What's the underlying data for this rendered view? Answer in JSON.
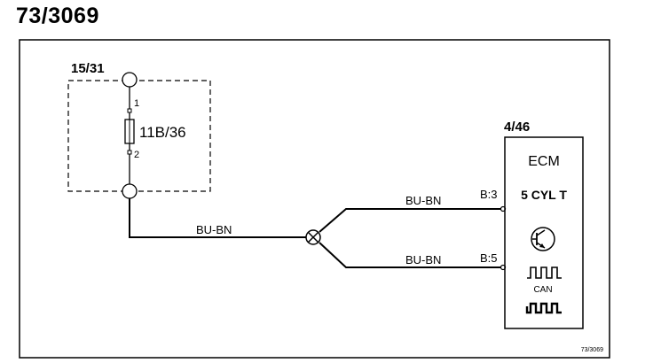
{
  "title": "73/3069",
  "fuse_box": {
    "ref": "15/31",
    "fuse": "11B/36",
    "pin_top": "1",
    "pin_bottom": "2"
  },
  "wires": {
    "main": "BU-BN",
    "upper": "BU-BN",
    "lower": "BU-BN"
  },
  "ecm": {
    "ref": "4/46",
    "name": "ECM",
    "variant": "5 CYL T",
    "pin_upper": "B:3",
    "pin_lower": "B:5",
    "can_label": "CAN"
  },
  "footer_id": "73/3069"
}
